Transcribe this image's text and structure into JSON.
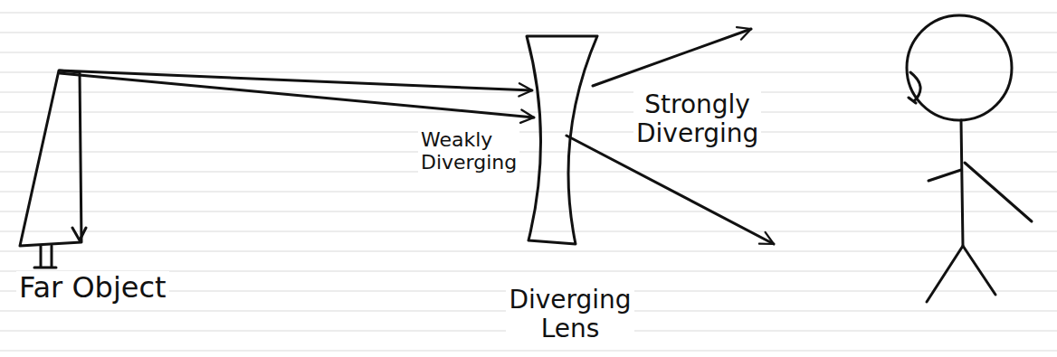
{
  "diagram": {
    "labels": [
      "Weakly Diverging",
      "Strongly Diverging",
      "Far Object",
      "Diverging Lens"
    ]
  }
}
